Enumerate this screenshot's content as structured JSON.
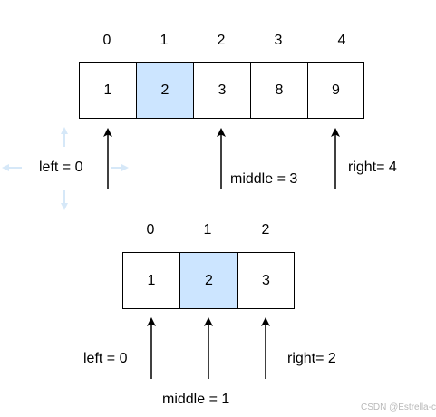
{
  "diagram1": {
    "indices": [
      "0",
      "1",
      "2",
      "3",
      "4"
    ],
    "values": [
      "1",
      "2",
      "3",
      "8",
      "9"
    ],
    "highlight_index": 1,
    "left_label": "left = 0",
    "middle_label": "middle = 3",
    "right_label": "right= 4"
  },
  "diagram2": {
    "indices": [
      "0",
      "1",
      "2"
    ],
    "values": [
      "1",
      "2",
      "3"
    ],
    "highlight_index": 1,
    "left_label": "left = 0",
    "middle_label": "middle = 1",
    "right_label": "right= 2"
  },
  "colors": {
    "highlight": "#cce5ff",
    "border": "#000000",
    "move_handle": "#d6e8f8"
  },
  "icons": {
    "move_handle": "move-arrows-icon"
  },
  "watermark": "CSDN @Estrella-c"
}
